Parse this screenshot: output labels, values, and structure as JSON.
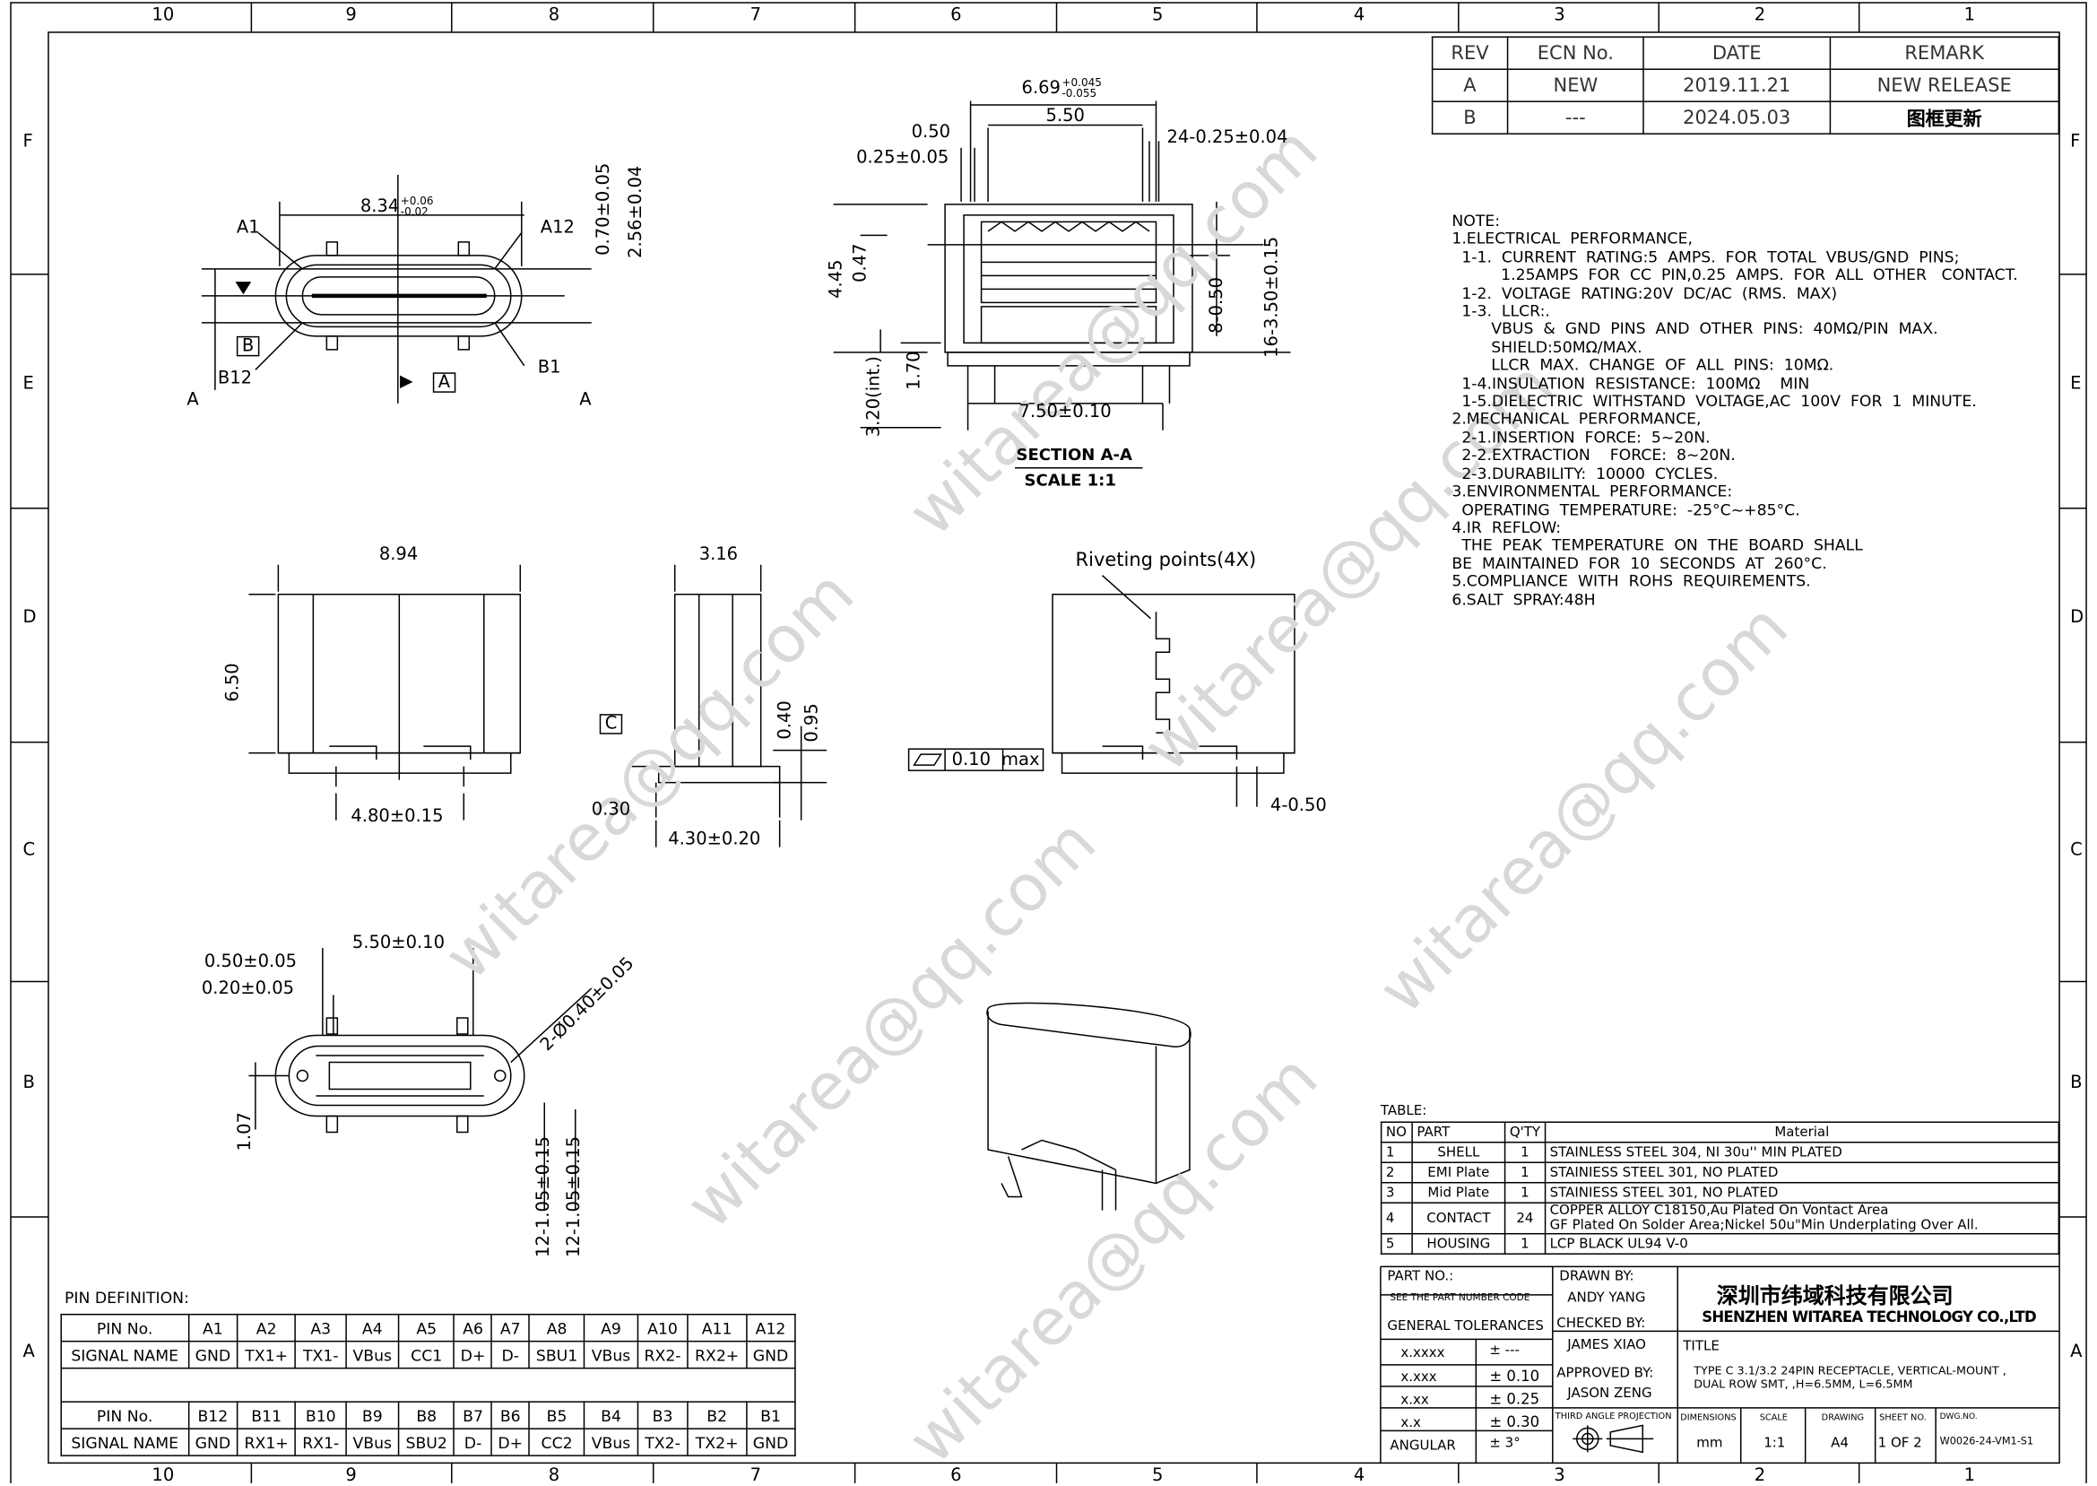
{
  "frame": {
    "columns": [
      "10",
      "9",
      "8",
      "7",
      "6",
      "5",
      "4",
      "3",
      "2",
      "1"
    ],
    "rows": [
      "F",
      "E",
      "D",
      "C",
      "B",
      "A"
    ]
  },
  "revision": {
    "headers": [
      "REV",
      "ECN No.",
      "DATE",
      "REMARK"
    ],
    "rows": [
      [
        "A",
        "NEW",
        "2019.11.21",
        "NEW RELEASE"
      ],
      [
        "B",
        "---",
        "2024.05.03",
        "图框更新"
      ]
    ]
  },
  "notes": [
    "NOTE:",
    "1.ELECTRICAL  PERFORMANCE,",
    "  1-1.  CURRENT  RATING:5  AMPS.  FOR  TOTAL  VBUS/GND  PINS;",
    "          1.25AMPS  FOR  CC  PIN,0.25  AMPS.  FOR  ALL  OTHER   CONTACT.",
    "  1-2.  VOLTAGE  RATING:20V  DC/AC  (RMS.  MAX)",
    "  1-3.  LLCR:.",
    "        VBUS  &  GND  PINS  AND  OTHER  PINS:  40MΩ/PIN  MAX.",
    "        SHIELD:50MΩ/MAX.",
    "        LLCR  MAX.  CHANGE  OF  ALL  PINS:  10MΩ.",
    "  1-4.INSULATION  RESISTANCE:  100MΩ    MIN",
    "  1-5.DIELECTRIC  WITHSTAND  VOLTAGE,AC  100V  FOR  1  MINUTE.",
    "2.MECHANICAL  PERFORMANCE,",
    "  2-1.INSERTION  FORCE:  5~20N.",
    "  2-2.EXTRACTION    FORCE:  8~20N.",
    "  2-3.DURABILITY:  10000  CYCLES.",
    "3.ENVIRONMENTAL  PERFORMANCE:",
    "  OPERATING  TEMPERATURE:  -25°C~+85°C.",
    "4.IR  REFLOW:",
    "  THE  PEAK  TEMPERATURE  ON  THE  BOARD  SHALL",
    "BE  MAINTAINED  FOR  10  SECONDS  AT  260°C.",
    "5.COMPLIANCE  WITH  ROHS  REQUIREMENTS.",
    "6.SALT  SPRAY:48H"
  ],
  "dims": {
    "top_width": "8.34",
    "top_width_up": "+0.06",
    "top_width_lo": "-0.02",
    "a1": "A1",
    "a12": "A12",
    "b12": "B12",
    "b1": "B1",
    "sec_a_left": "A",
    "sec_a_right": "A",
    "datum_b": "B",
    "datum_a": "A",
    "d070": "0.70±0.05",
    "d256": "2.56±0.04",
    "sec_width": "6.69",
    "sec_width_up": "+0.045",
    "sec_width_lo": "-0.055",
    "sec_550": "5.50",
    "sec_050": "0.50",
    "sec_025": "0.25±0.05",
    "sec_24": "24-0.25±0.04",
    "sec_445": "4.45",
    "sec_047": "0.47",
    "sec_8": "8-0.50",
    "sec_16": "16-3.50±0.15",
    "sec_320": "3.20(int.)",
    "sec_170": "1.70",
    "sec_750": "7.50±0.10",
    "section_label": "SECTION A-A",
    "scale_label": "SCALE 1:1",
    "front_894": "8.94",
    "front_650": "6.50",
    "front_480": "4.80±0.15",
    "side_316": "3.16",
    "datum_c": "C",
    "side_040": "0.40",
    "side_095": "0.95",
    "side_030": "0.30",
    "side_430": "4.30±0.20",
    "riveting": "Riveting points(4X)",
    "flatness": "0.10",
    "flatness_max": "max",
    "rivet_450": "4-0.50",
    "bot_550": "5.50±0.10",
    "bot_050": "0.50±0.05",
    "bot_020": "0.20±0.05",
    "bot_hole": "2-Ø0.40±0.05",
    "bot_107": "1.07",
    "bot_12a": "12-1.05±0.15",
    "bot_12b": "12-1.05±0.15"
  },
  "watermark": "witarea@qq.com",
  "pin_definition": {
    "title": "PIN DEFINITION:",
    "pin_label": "PIN No.",
    "signal_label": "SIGNAL NAME",
    "a_pins": [
      "A1",
      "A2",
      "A3",
      "A4",
      "A5",
      "A6",
      "A7",
      "A8",
      "A9",
      "A10",
      "A11",
      "A12"
    ],
    "a_signals": [
      "GND",
      "TX1+",
      "TX1-",
      "VBus",
      "CC1",
      "D+",
      "D-",
      "SBU1",
      "VBus",
      "RX2-",
      "RX2+",
      "GND"
    ],
    "b_pins": [
      "B12",
      "B11",
      "B10",
      "B9",
      "B8",
      "B7",
      "B6",
      "B5",
      "B4",
      "B3",
      "B2",
      "B1"
    ],
    "b_signals": [
      "GND",
      "RX1+",
      "RX1-",
      "VBus",
      "SBU2",
      "D-",
      "D+",
      "CC2",
      "VBus",
      "TX2-",
      "TX2+",
      "GND"
    ]
  },
  "material_table": {
    "title": "TABLE:",
    "headers": [
      "NO",
      "PART",
      "Q'TY",
      "Material"
    ],
    "rows": [
      [
        "1",
        "SHELL",
        "1",
        "STAINLESS  STEEL  304,  NI  30u''  MIN  PLATED",
        ""
      ],
      [
        "2",
        "EMI  Plate",
        "1",
        "STAINIESS  STEEL  301,  NO  PLATED",
        ""
      ],
      [
        "3",
        "Mid  Plate",
        "1",
        "STAINIESS  STEEL  301,  NO  PLATED",
        ""
      ],
      [
        "4",
        "CONTACT",
        "24",
        "COPPER  ALLOY  C18150,Au  Plated  On  Vontact  Area",
        "GF  Plated  On  Solder  Area;Nickel  50u\"Min  Underplating  Over  All."
      ],
      [
        "5",
        "HOUSING",
        "1",
        "LCP  BLACK  UL94  V-0",
        ""
      ]
    ]
  },
  "title_block": {
    "part_no_label": "PART  NO.:",
    "part_no_value": "SEE THE PART NUMBER CODE",
    "drawn_label": "DRAWN  BY:",
    "drawn_value": "ANDY  YANG",
    "checked_label": "CHECKED  BY:",
    "checked_value": "JAMES  XIAO",
    "approved_label": "APPROVED  BY:",
    "approved_value": "JASON  ZENG",
    "company_cn": "深圳市纬域科技有限公司",
    "company_en": "SHENZHEN WITAREA TECHNOLOGY CO.,LTD",
    "title_label": "TITLE",
    "title_line1": "TYPE  C  3.1/3.2  24PIN  RECEPTACLE,  VERTICAL-MOUNT  ,",
    "title_line2": "DUAL  ROW  SMT,  ,H=6.5MM,  L=6.5MM",
    "tol_label": "GENERAL  TOLERANCES",
    "tolerances": [
      [
        "x.xxxx",
        "±  ---"
      ],
      [
        "x.xxx",
        "±  0.10"
      ],
      [
        "x.xx",
        "±  0.25"
      ],
      [
        "x.x",
        "±  0.30"
      ],
      [
        "ANGULAR",
        "±  3°"
      ]
    ],
    "projection_label": "THIRD  ANGLE  PROJECTION",
    "dimensions_label": "DIMENSIONS",
    "dimensions_value": "mm",
    "scale_label": "SCALE",
    "scale_value": "1:1",
    "drawing_label": "DRAWING",
    "drawing_value": "A4",
    "sheet_label": "SHEET  NO.",
    "sheet_value": "1  OF  2",
    "dwg_label": "DWG.NO.",
    "dwg_value": "W0026-24-VM1-S1"
  }
}
